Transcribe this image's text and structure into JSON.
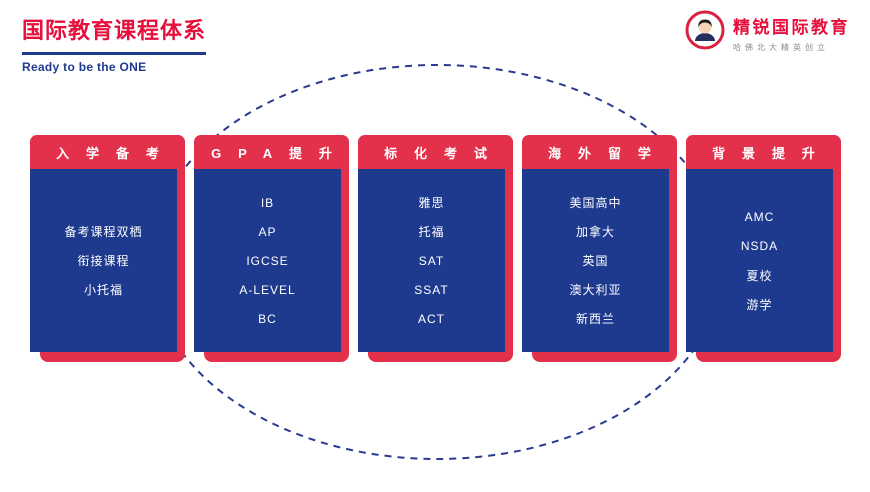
{
  "header": {
    "title": "国际教育课程体系",
    "subtitle": "Ready to be the ONE"
  },
  "brand": {
    "name": "精锐国际教育",
    "slogan": "哈佛北大精英创立",
    "logo": "person-badge-icon"
  },
  "colors": {
    "title_red": "#e60f3c",
    "card_red": "#e4314b",
    "blue": "#1e3a8f",
    "dash_blue": "#2b3a90",
    "slogan_gray": "#8c8c8c"
  },
  "cards": [
    {
      "title": "入学备考",
      "items": [
        "备考课程双栖",
        "衔接课程",
        "小托福"
      ]
    },
    {
      "title": "GPA提升",
      "items": [
        "IB",
        "AP",
        "IGCSE",
        "A-LEVEL",
        "BC"
      ]
    },
    {
      "title": "标化考试",
      "items": [
        "雅思",
        "托福",
        "SAT",
        "SSAT",
        "ACT"
      ]
    },
    {
      "title": "海外留学",
      "items": [
        "美国高中",
        "加拿大",
        "英国",
        "澳大利亚",
        "新西兰"
      ]
    },
    {
      "title": "背景提升",
      "items": [
        "AMC",
        "NSDA",
        "夏校",
        "游学"
      ]
    }
  ]
}
